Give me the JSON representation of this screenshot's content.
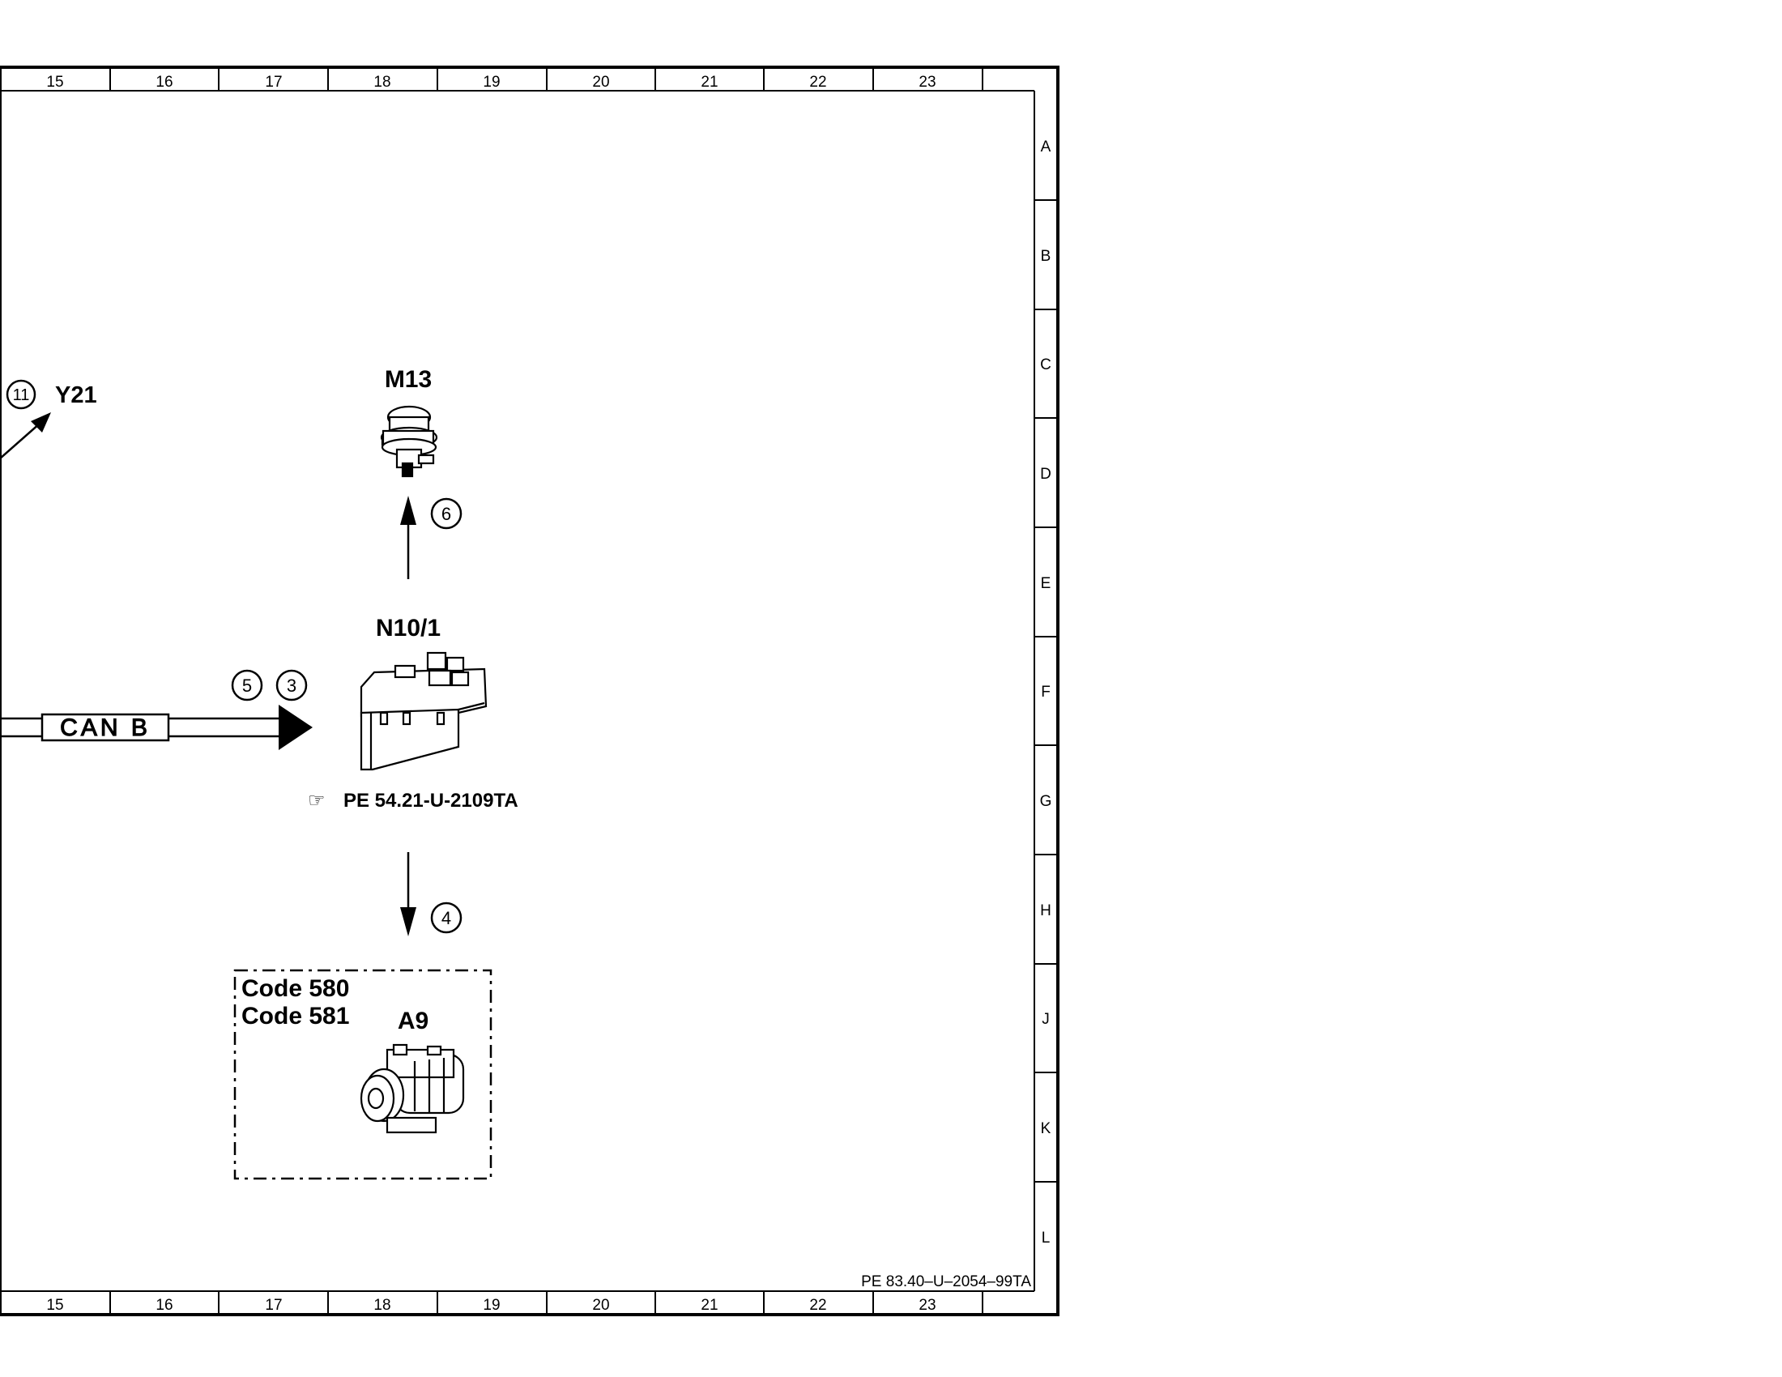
{
  "frame": {
    "columns": [
      "15",
      "16",
      "17",
      "18",
      "19",
      "20",
      "21",
      "22",
      "23"
    ],
    "rows": [
      "A",
      "B",
      "C",
      "D",
      "E",
      "F",
      "G",
      "H",
      "J",
      "K",
      "L"
    ],
    "doc_ref": "PE 83.40–U–2054–99TA"
  },
  "components": {
    "m13": {
      "label": "M13"
    },
    "n10_1": {
      "label": "N10/1",
      "ref_icon": "pointing-hand-icon",
      "ref": "PE 54.21-U-2109TA"
    },
    "a9": {
      "label": "A9",
      "code_1": "Code 580",
      "code_2": "Code 581"
    },
    "y21": {
      "label": "Y21",
      "callout": "11"
    }
  },
  "bus": {
    "label": "CAN B"
  },
  "callouts": {
    "c6": "6",
    "c5": "5",
    "c3": "3",
    "c4": "4"
  }
}
